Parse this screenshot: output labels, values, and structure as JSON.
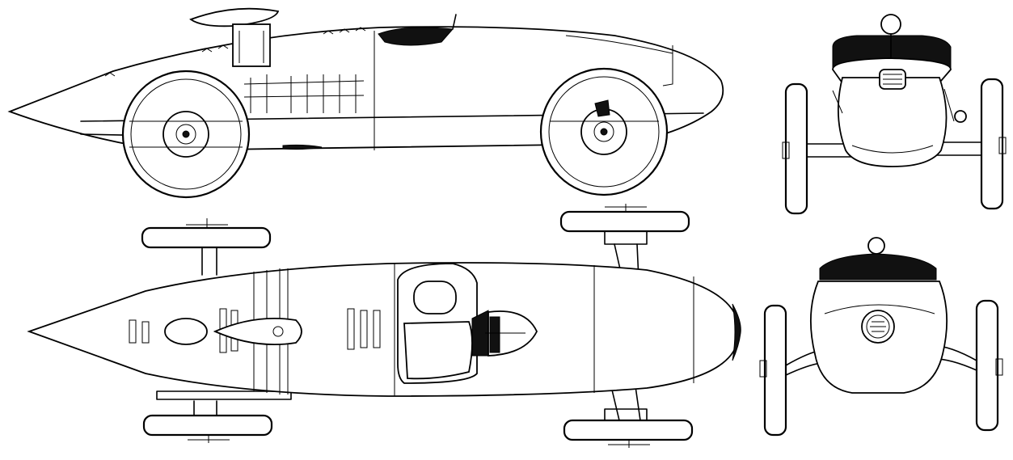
{
  "drawing": {
    "line_color": "#000000",
    "background_color": "#ffffff",
    "views": [
      "side",
      "top",
      "front",
      "rear"
    ]
  }
}
